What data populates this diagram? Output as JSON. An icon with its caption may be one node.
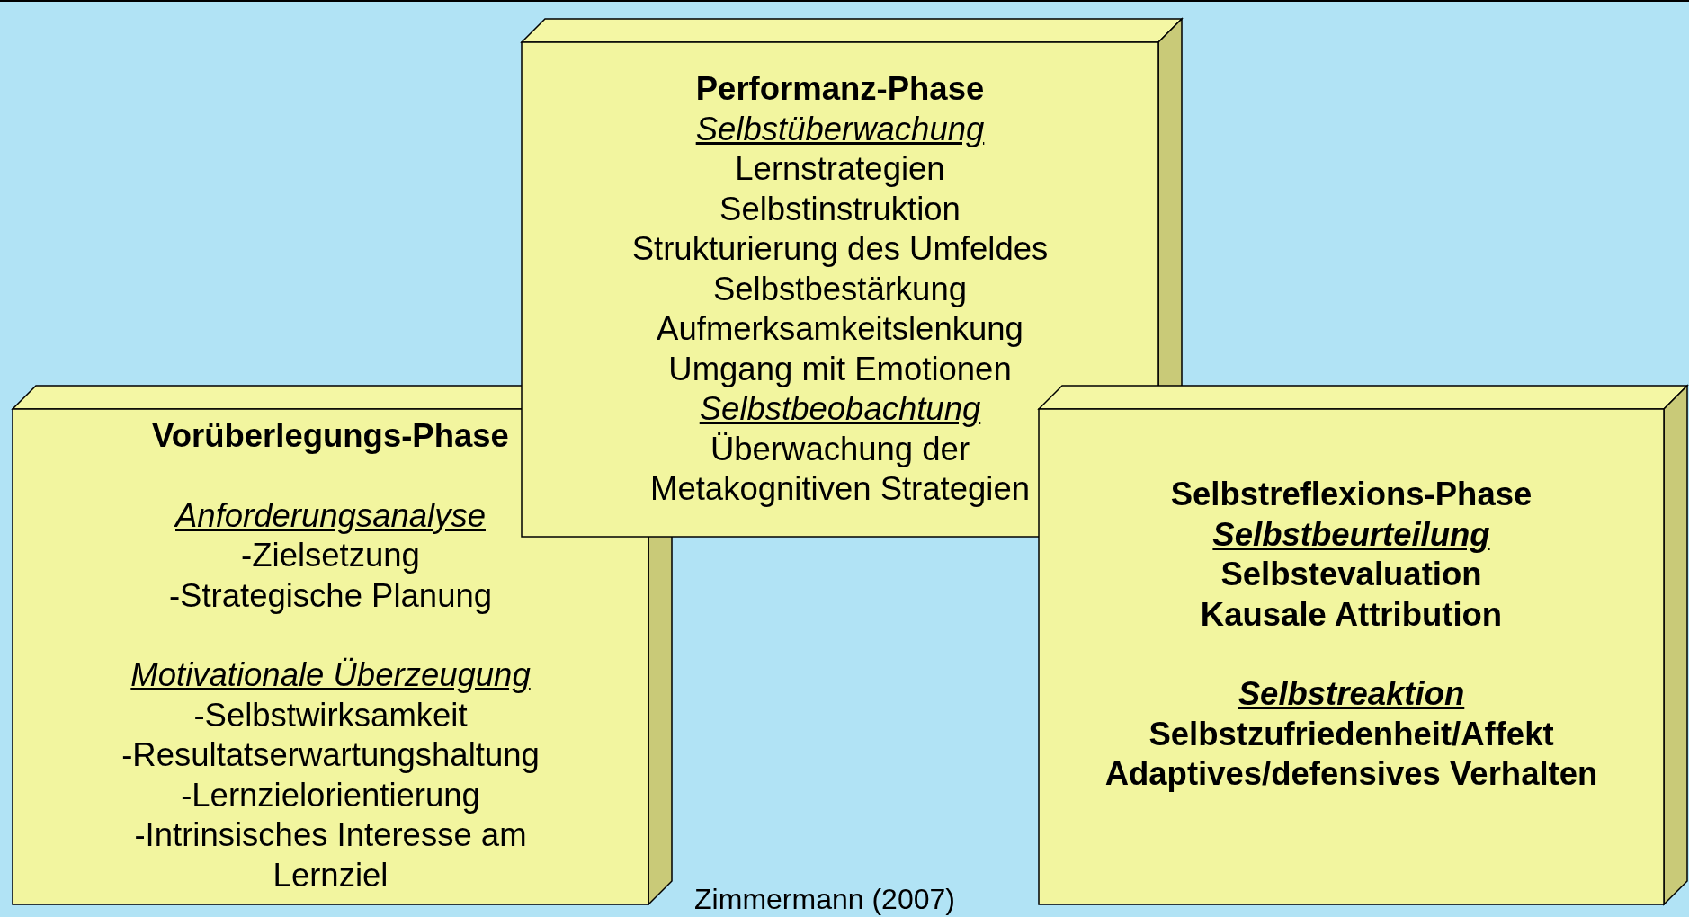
{
  "diagram": {
    "caption": "Zimmermann (2007)",
    "nodes": [
      {
        "text": [
          "Vorüberlegungs-Phase",
          "Anforderungsanalyse",
          "-Zielsetzung",
          "-Strategische Planung",
          "Motivationale Überzeugung",
          "-Selbstwirksamkeit",
          "-Resultatserwartungshaltung",
          "-Lernzielorientierung",
          "-Intrinsisches Interesse am Lernziel"
        ]
      },
      {
        "text": [
          "Performanz-Phase",
          "Selbstüberwachung",
          "Lernstrategien",
          "Selbstinstruktion",
          "Strukturierung des Umfeldes",
          "Selbstbestärkung",
          "Aufmerksamkeitslenkung",
          "Umgang mit Emotionen",
          "Selbstbeobachtung",
          "Überwachung der Metakognitiven Strategien"
        ]
      },
      {
        "text": [
          "Selbstreflexions-Phase",
          "Selbstbeurteilung",
          "Selbstevaluation",
          "Kausale Attribution",
          "Selbstreaktion",
          "Selbstzufriedenheit/Affekt",
          "Adaptives/defensives Verhalten"
        ]
      }
    ]
  }
}
